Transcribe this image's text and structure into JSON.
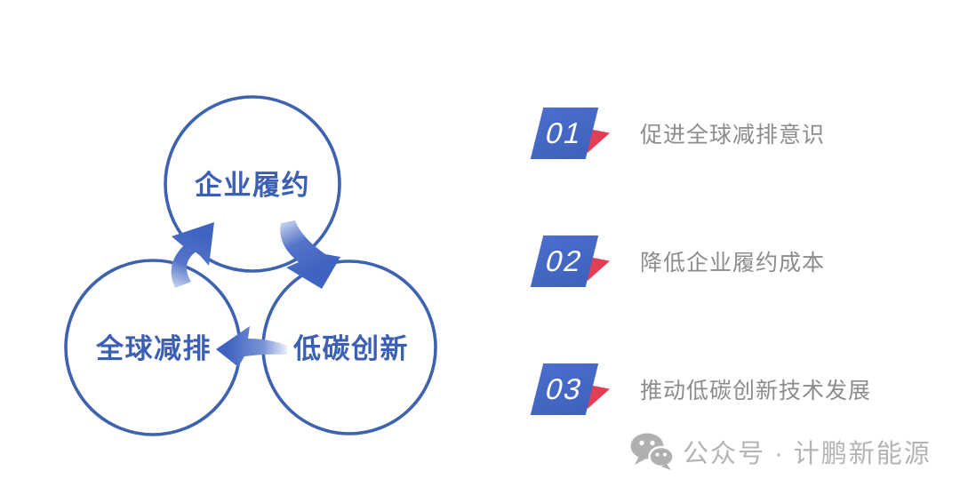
{
  "cycle_diagram": {
    "nodes": [
      {
        "id": "corporate-compliance",
        "label": "企业履约"
      },
      {
        "id": "global-emission-reduction",
        "label": "全球减排"
      },
      {
        "id": "low-carbon-innovation",
        "label": "低碳创新"
      }
    ],
    "circle_stroke_color": "#3d62b0",
    "node_text_color": "#3b5fb3",
    "arrow_color": "#4165c0"
  },
  "benefits": [
    {
      "number": "01",
      "text": "促进全球减排意识"
    },
    {
      "number": "02",
      "text": "降低企业履约成本"
    },
    {
      "number": "03",
      "text": "推动低碳创新技术发展"
    }
  ],
  "watermark": {
    "icon": "wechat-icon",
    "text": "公众号 · 计鹏新能源"
  },
  "colors": {
    "badge_blue": "#4165c0",
    "badge_red": "#e23e54",
    "benefit_text": "#8c8c8c",
    "watermark_text": "#b4b4b4",
    "background": "#ffffff"
  }
}
